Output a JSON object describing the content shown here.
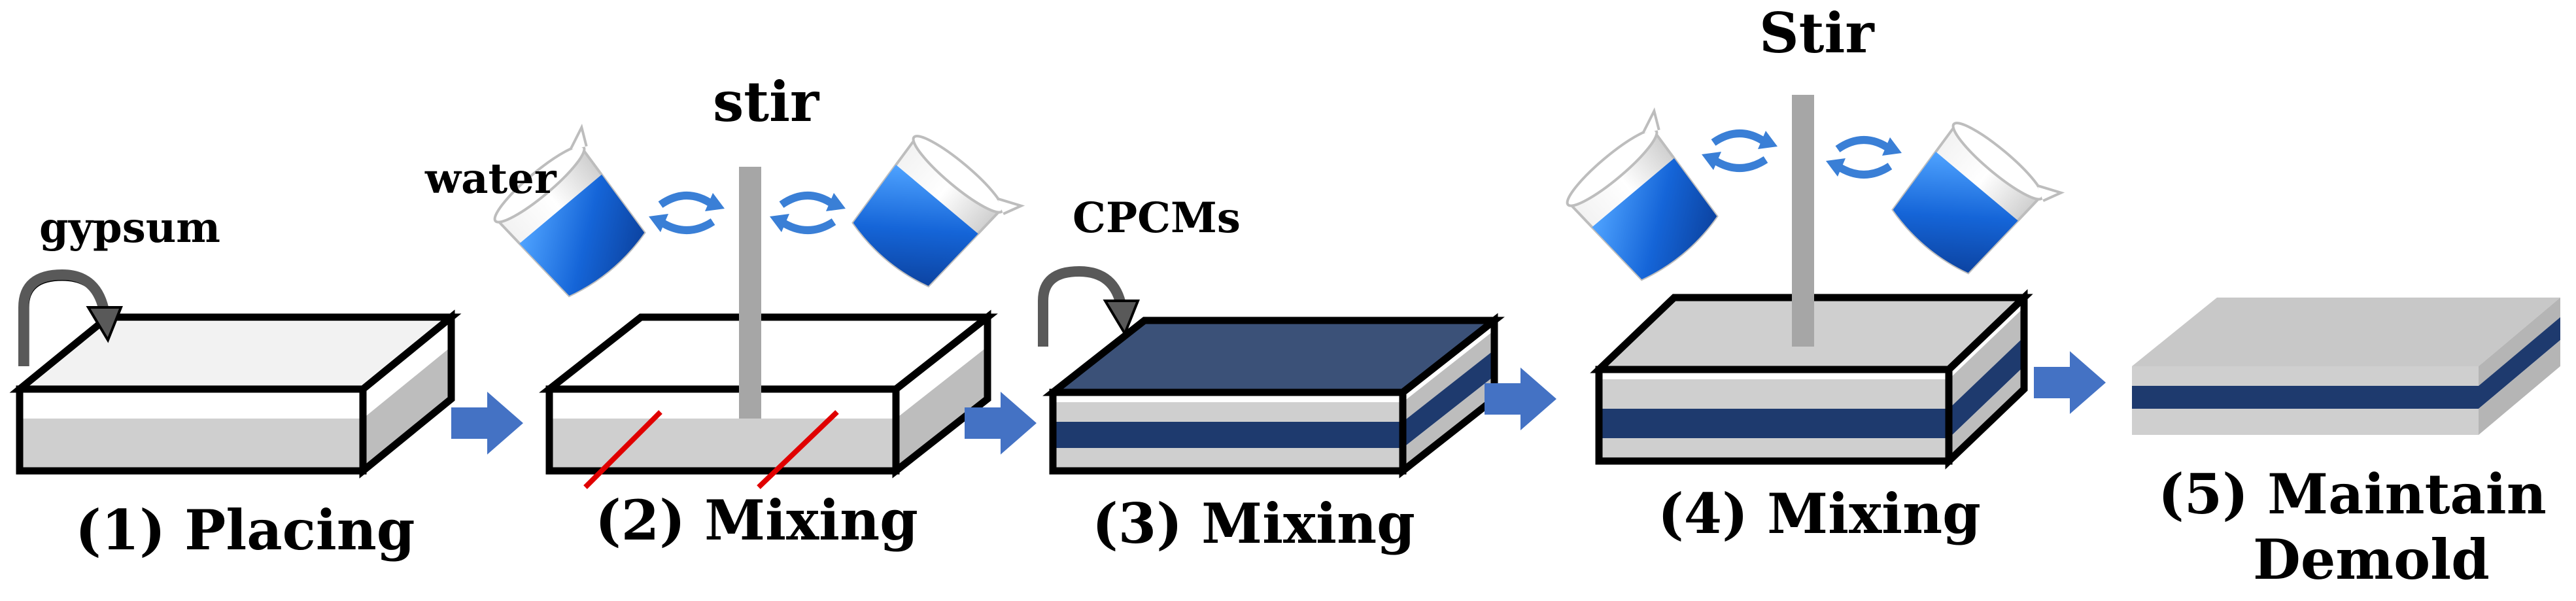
{
  "labels": {
    "gypsum": "gypsum",
    "water": "water",
    "stir_lower": "stir",
    "cpcms": "CPCMs",
    "stir_upper": "Stir"
  },
  "steps": [
    {
      "caption": "(1) Placing"
    },
    {
      "caption": "(2) Mixing"
    },
    {
      "caption": "(3) Mixing"
    },
    {
      "caption": "(4) Mixing"
    },
    {
      "caption_line1": "(5) Maintain",
      "caption_line2": "Demold"
    }
  ],
  "colors": {
    "gypsum": "#cfcfcf",
    "cpcm": "#1e3a6e",
    "arrow": "#4472c4",
    "beaker_water": "#1e63c8",
    "stir_rod": "#a6a6a6",
    "mark_red": "#e00000"
  },
  "icons": {
    "flow_arrow": "arrow-right-icon",
    "rotate": "curved-rotate-arrow-icon",
    "beaker": "beaker-icon",
    "stir_arrow": "rotation-arrow-icon"
  }
}
